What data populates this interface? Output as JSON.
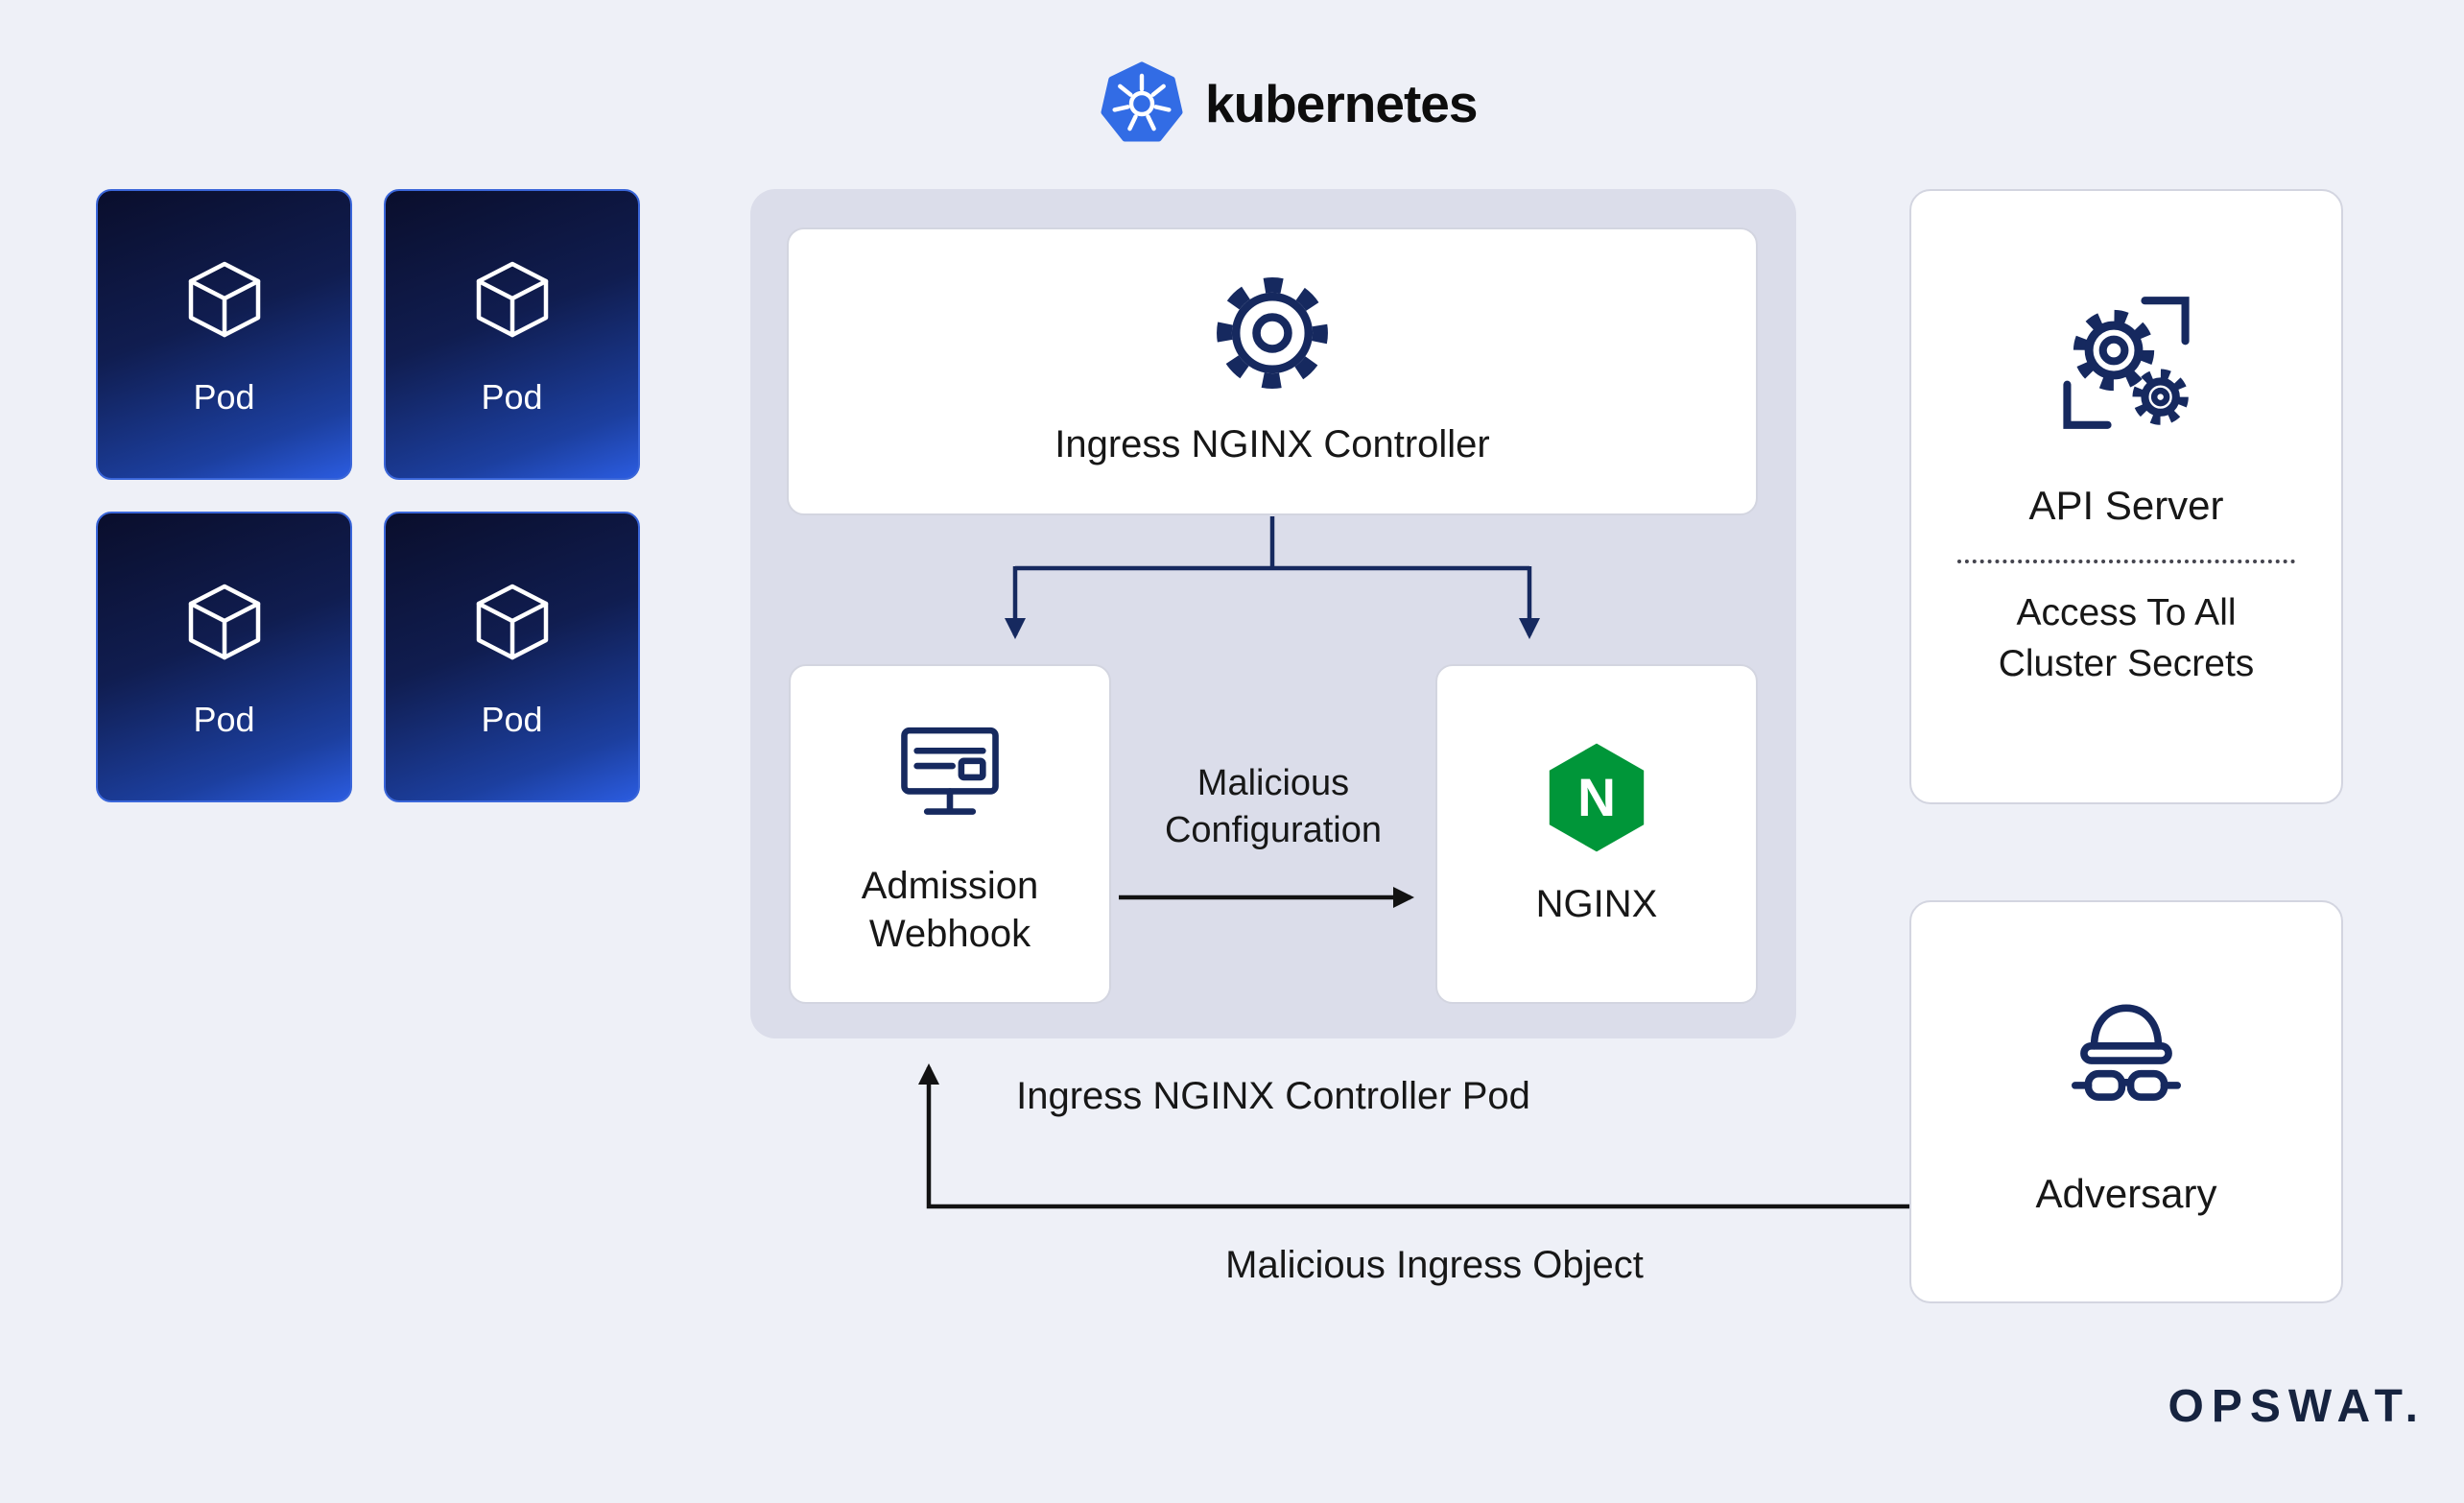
{
  "header": {
    "title": "kubernetes"
  },
  "pods": {
    "label": "Pod"
  },
  "controller_pod": {
    "controller_label": "Ingress NGINX Controller",
    "admission_webhook_label": "Admission\nWebhook",
    "malicious_configuration_label": "Malicious\nConfiguration",
    "nginx_label": "NGINX",
    "nginx_logo_letter": "N",
    "caption": "Ingress NGINX Controller Pod"
  },
  "api_server": {
    "title": "API Server",
    "subtitle": "Access To All\nCluster Secrets"
  },
  "adversary": {
    "label": "Adversary"
  },
  "flows": {
    "malicious_ingress_object": "Malicious Ingress Object"
  },
  "brand": {
    "logo_text": "OPSWAT."
  },
  "colors": {
    "kubernetes_blue": "#326ce5",
    "nginx_green": "#009639",
    "icon_navy": "#16295f",
    "background": "#eef0f7",
    "cluster_panel": "#dbddea"
  }
}
